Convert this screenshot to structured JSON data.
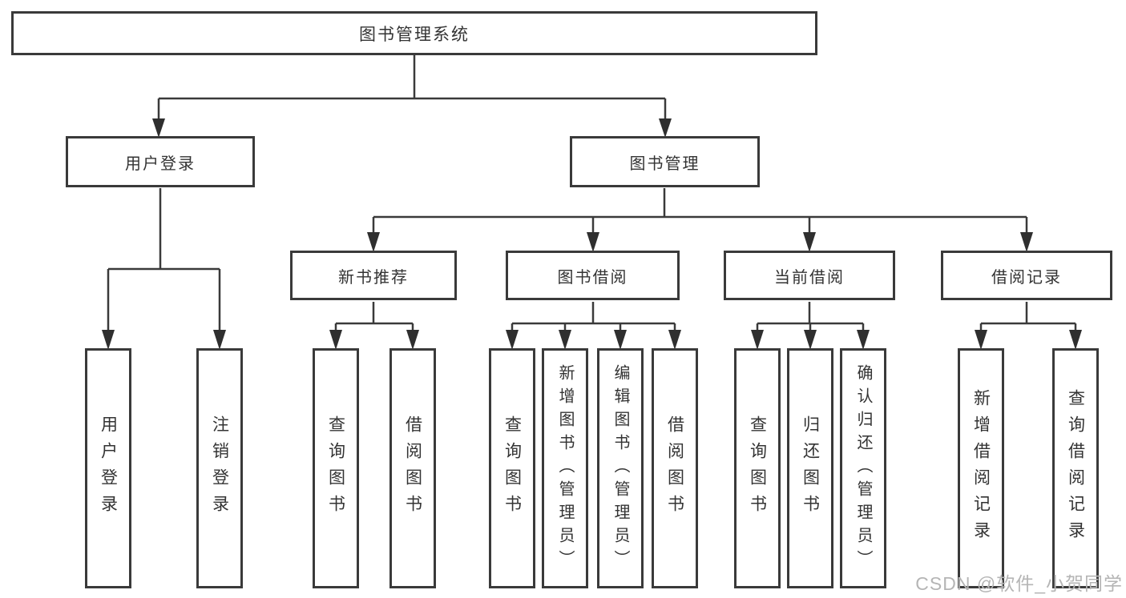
{
  "diagram": {
    "root": {
      "label": "图书管理系统"
    },
    "level2": [
      {
        "label": "用户登录"
      },
      {
        "label": "图书管理"
      }
    ],
    "level3": [
      {
        "label": "新书推荐"
      },
      {
        "label": "图书借阅"
      },
      {
        "label": "当前借阅"
      },
      {
        "label": "借阅记录"
      }
    ],
    "leaves": [
      {
        "label": "用户登录"
      },
      {
        "label": "注销登录"
      },
      {
        "label": "查询图书"
      },
      {
        "label": "借阅图书"
      },
      {
        "label": "查询图书"
      },
      {
        "label": "新增图书（管理员）"
      },
      {
        "label": "编辑图书（管理员）"
      },
      {
        "label": "借阅图书"
      },
      {
        "label": "查询图书"
      },
      {
        "label": "归还图书"
      },
      {
        "label": "确认归还（管理员）"
      },
      {
        "label": "新增借阅记录"
      },
      {
        "label": "查询借阅记录"
      }
    ]
  },
  "watermark": {
    "text": "CSDN @软件_小贺同学"
  },
  "colors": {
    "line": "#3a3a3a",
    "border": "#3a3a3a",
    "text": "#333333",
    "watermark": "#b5b5b5",
    "background": "#ffffff"
  }
}
